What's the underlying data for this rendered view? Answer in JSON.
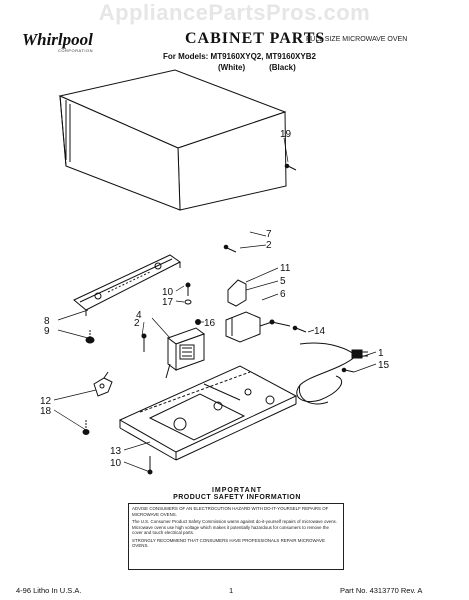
{
  "watermark": "AppliancePartsPros.com",
  "logo": {
    "brand": "Whirlpool",
    "corporation": "CORPORATION"
  },
  "header": {
    "title": "CABINET PARTS",
    "subtitle": "FULL SIZE MICROWAVE OVEN",
    "models": "For Models: MT9160XYQ2, MT9160XYB2",
    "variant_white": "(White)",
    "variant_black": "(Black)"
  },
  "callouts": [
    "19",
    "7",
    "2",
    "11",
    "5",
    "6",
    "10",
    "17",
    "4",
    "16",
    "8",
    "9",
    "2",
    "14",
    "1",
    "15",
    "12",
    "18",
    "13",
    "10"
  ],
  "notice": {
    "heading1": "IMPORTANT",
    "heading2": "PRODUCT SAFETY INFORMATION",
    "p1": "ADVISE CONSUMERS OF AN ELECTROCUTION HAZARD WITH DO-IT-YOURSELF REPAIRS OF MICROWAVE OVENS.",
    "p2": "The U.S. Consumer Product Safety Commission warns against do-it-yourself repairs of microwave ovens. Microwave ovens use high voltage which makes it potentially hazardous for consumers to remove the cover and touch electrical parts.",
    "p3": "STRONGLY RECOMMEND THAT CONSUMERS HAVE PROFESSIONALS REPAIR MICROWAVE OVENS."
  },
  "footer": {
    "left": "4-96 Litho In U.S.A.",
    "center": "1",
    "right": "Part No. 4313770 Rev. A"
  }
}
